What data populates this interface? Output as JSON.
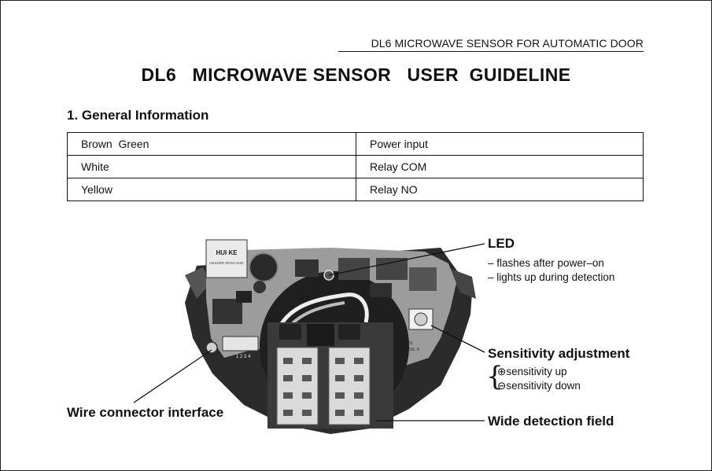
{
  "document": {
    "header_note": "DL6  MICROWAVE SENSOR FOR AUTOMATIC DOOR",
    "title": "DL6   MICROWAVE SENSOR   USER  GUIDELINE",
    "section_heading": "1. General Information"
  },
  "wire_table": {
    "rows": [
      {
        "wire": "Brown  Green",
        "function": "Power input"
      },
      {
        "wire": "White",
        "function": "Relay COM"
      },
      {
        "wire": "Yellow",
        "function": "Relay NO"
      }
    ]
  },
  "photo": {
    "relay_brand": "HUI KE",
    "relay_model": "HK4100F-DC5V-SHG",
    "pin_numbers": "1 2 3 4",
    "board_text_1": "RETA:001",
    "board_text_2": "MODEL:DL-6"
  },
  "callouts": {
    "led": {
      "label": "LED",
      "notes": [
        "– flashes after power–on",
        "– lights up during detection"
      ]
    },
    "sensitivity": {
      "label": "Sensitivity adjustment",
      "plus_icon": "plus-circle-icon",
      "minus_icon": "minus-circle-icon",
      "plus_text": "sensitivity up",
      "minus_text": "sensitivity down"
    },
    "wire_connector": {
      "label": "Wire connector interface"
    },
    "detection": {
      "label": "Wide detection field"
    }
  }
}
